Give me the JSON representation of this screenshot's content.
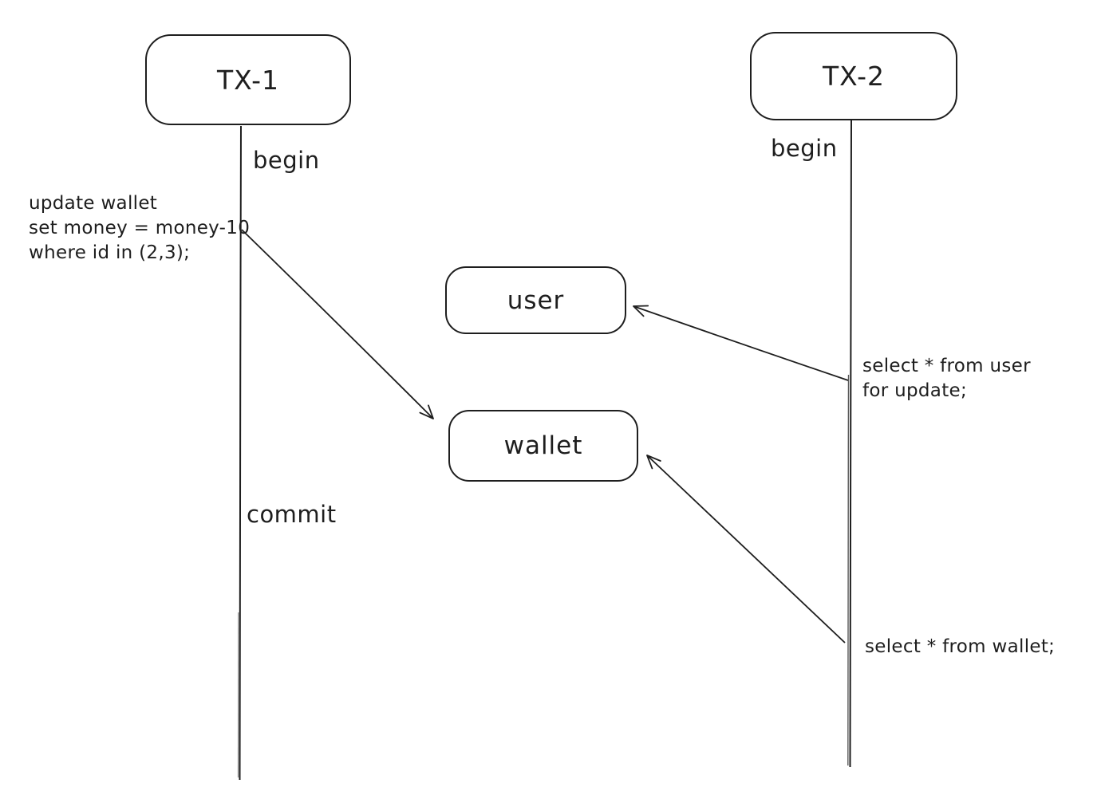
{
  "diagram": {
    "background_color": "#ffffff",
    "stroke_color": "#1e1e1e",
    "nodes": [
      {
        "id": "tx1",
        "label": "TX-1"
      },
      {
        "id": "tx2",
        "label": "TX-2"
      },
      {
        "id": "user",
        "label": "user"
      },
      {
        "id": "wallet",
        "label": "wallet"
      }
    ],
    "annotations": {
      "tx1_begin": "begin",
      "tx1_sql": "update wallet\nset money = money-10\nwhere id in (2,3);",
      "tx1_commit": "commit",
      "tx2_begin": "begin",
      "tx2_sql_user": "select * from user\nfor update;",
      "tx2_sql_wallet": "select * from wallet;"
    },
    "connectors": [
      {
        "name": "tx1-lifeline",
        "type": "line",
        "from": "node-tx1",
        "to": "bottom"
      },
      {
        "name": "tx2-lifeline",
        "type": "line",
        "from": "node-tx2",
        "to": "bottom"
      },
      {
        "name": "tx1-to-wallet",
        "type": "arrow",
        "from": "tx1-lifeline",
        "to": "node-wallet"
      },
      {
        "name": "tx2-to-user",
        "type": "arrow",
        "from": "tx2-lifeline",
        "to": "node-user"
      },
      {
        "name": "tx2-to-wallet",
        "type": "arrow",
        "from": "tx2-lifeline",
        "to": "node-wallet"
      }
    ]
  }
}
